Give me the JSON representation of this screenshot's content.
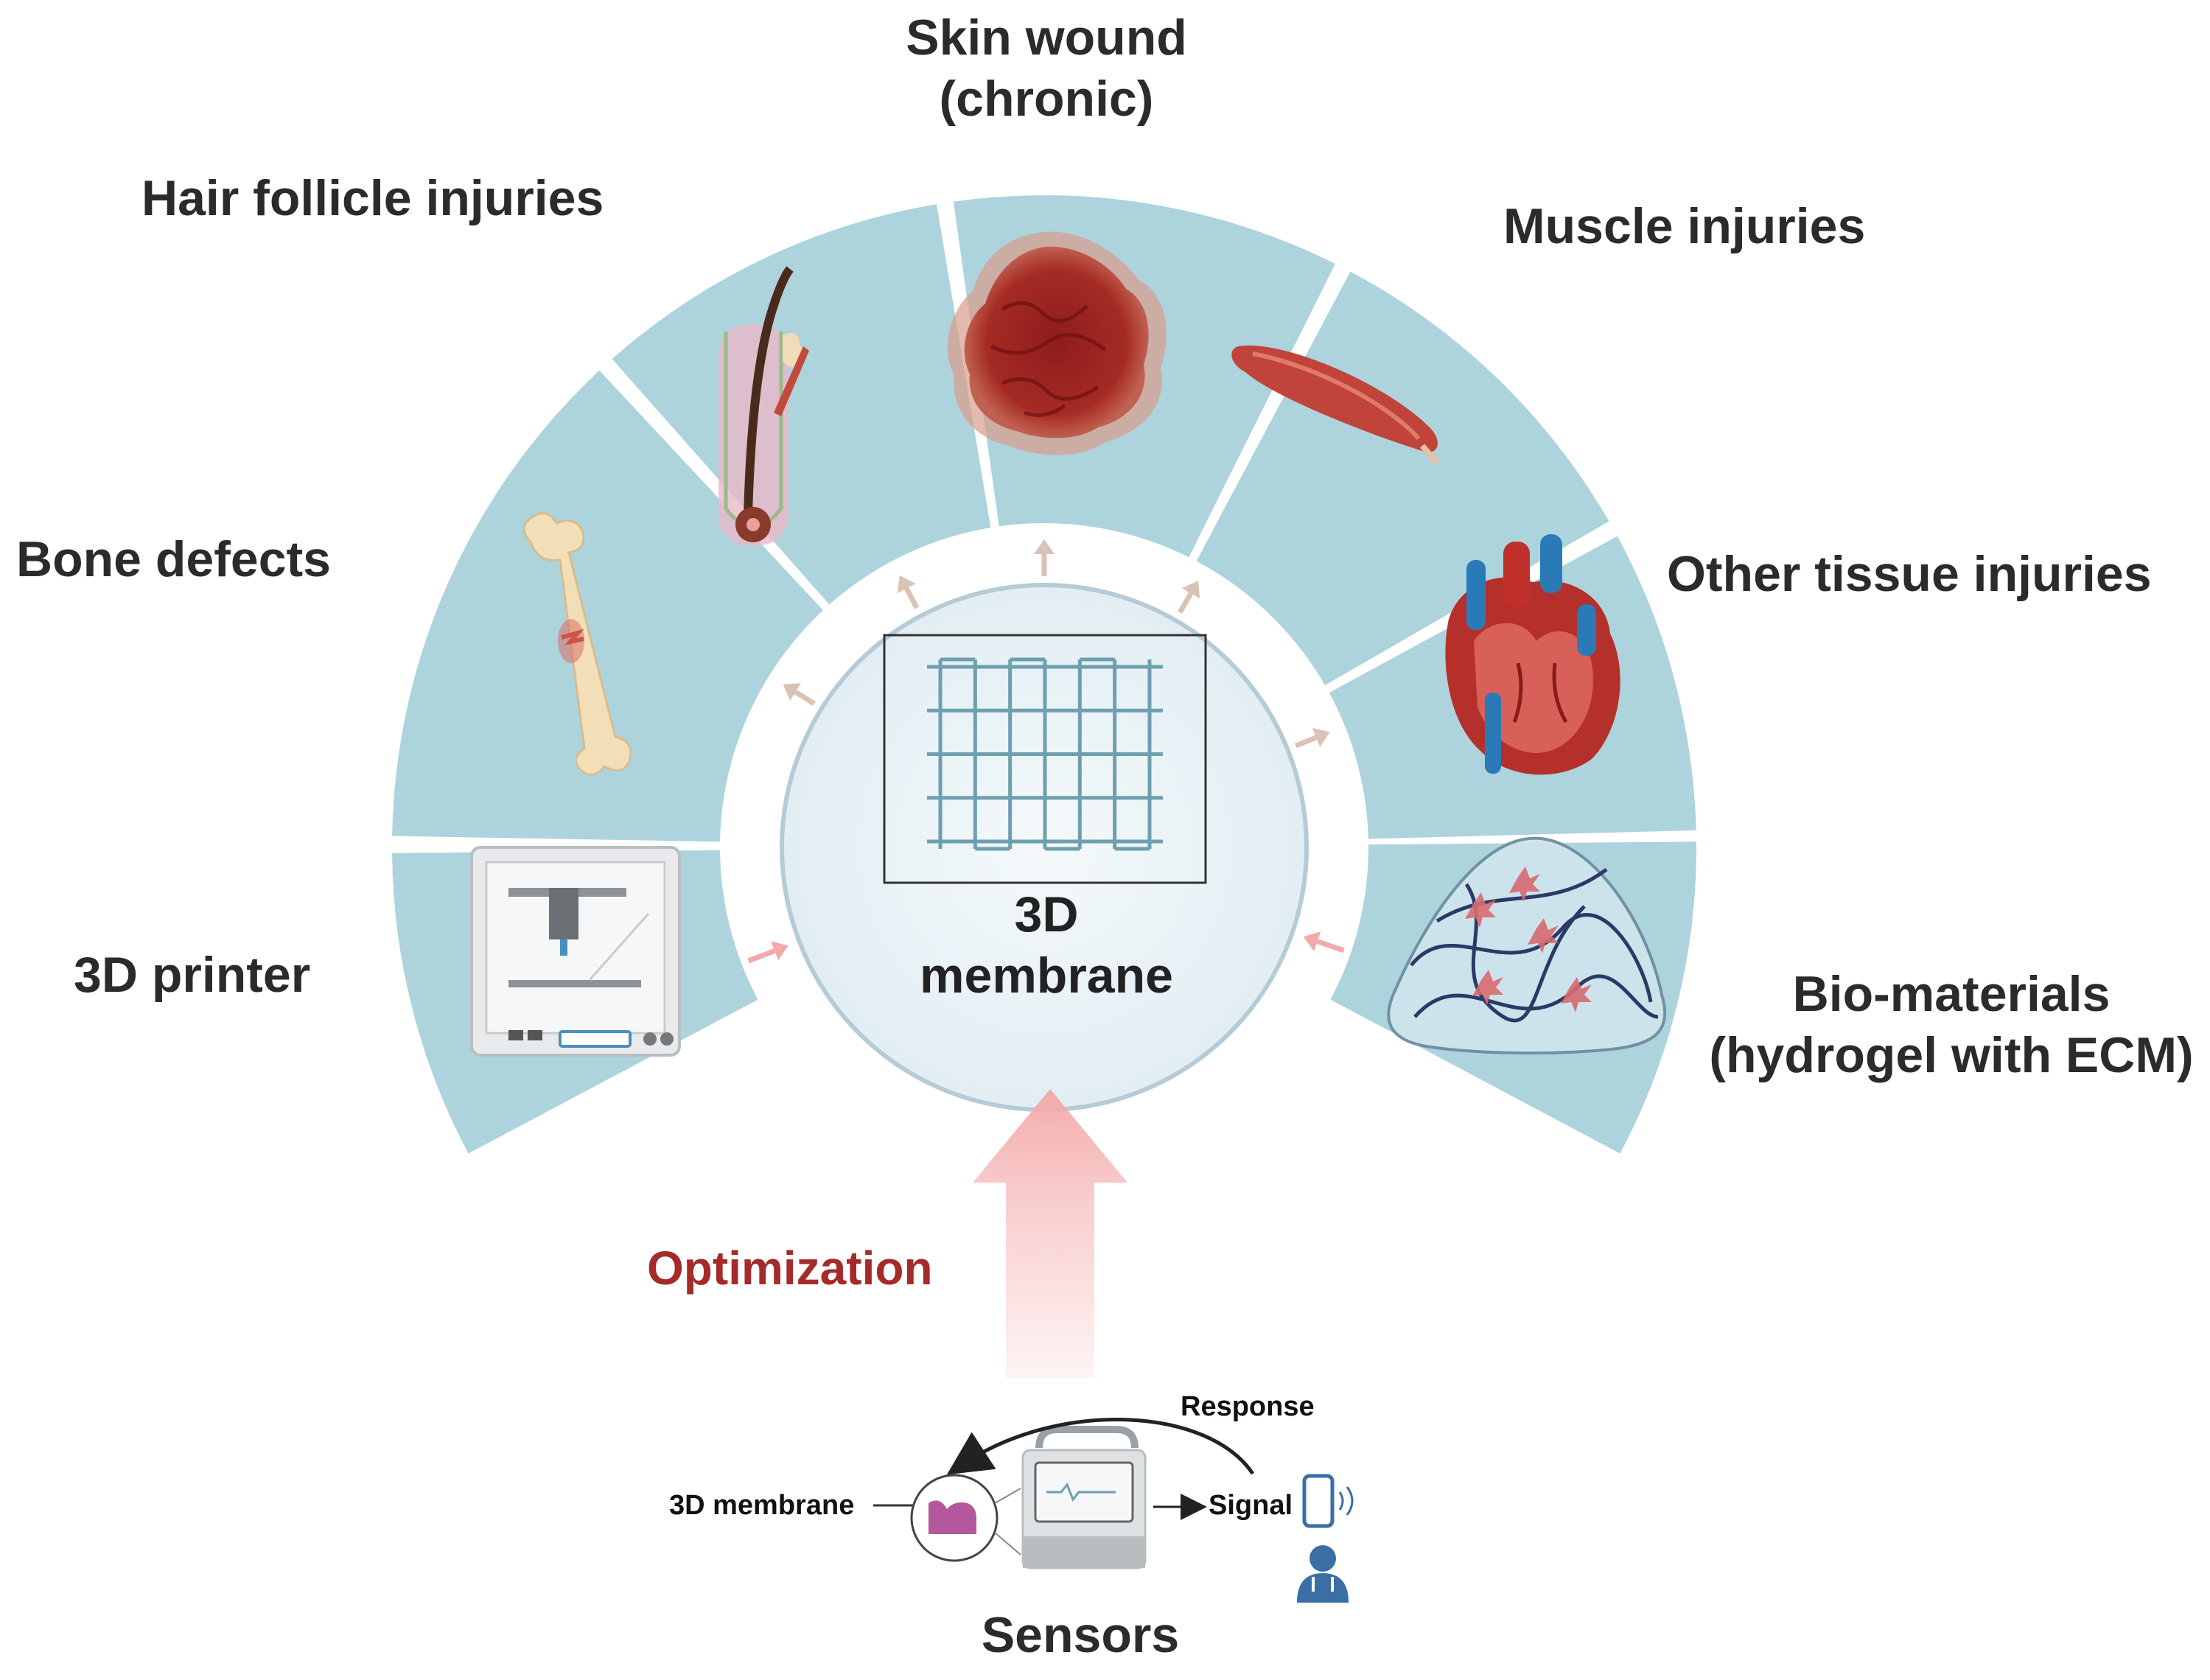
{
  "labels": {
    "skin_wound_line1": "Skin wound",
    "skin_wound_line2": "(chronic)",
    "hair_follicle": "Hair follicle injuries",
    "muscle": "Muscle injuries",
    "bone": "Bone defects",
    "other_tissue": "Other tissue injuries",
    "printer": "3D printer",
    "biomaterials_line1": "Bio-materials",
    "biomaterials_line2": "(hydrogel with ECM)",
    "center_line1": "3D",
    "center_line2": "membrane",
    "optimization": "Optimization",
    "sensors": "Sensors",
    "sensor_membrane": "3D membrane",
    "signal": "Signal",
    "response": "Response"
  },
  "colors": {
    "sector_fill": "#add3dd",
    "center_fill": "#e9f2f6",
    "center_stroke": "#b5cbd6",
    "grid_line": "#6d9fb0",
    "out_arrow": "#d9c3b5",
    "in_arrow": "#f2a9a9",
    "big_arrow": "#f6b9b9",
    "optimization_text": "#a52a2a",
    "text": "#2b2b2b"
  },
  "icons": [
    "wound-icon",
    "hair-follicle-icon",
    "muscle-icon",
    "bone-icon",
    "heart-icon",
    "printer-icon",
    "hydrogel-icon",
    "sensor-device-icon",
    "phone-icon",
    "doctor-icon"
  ]
}
